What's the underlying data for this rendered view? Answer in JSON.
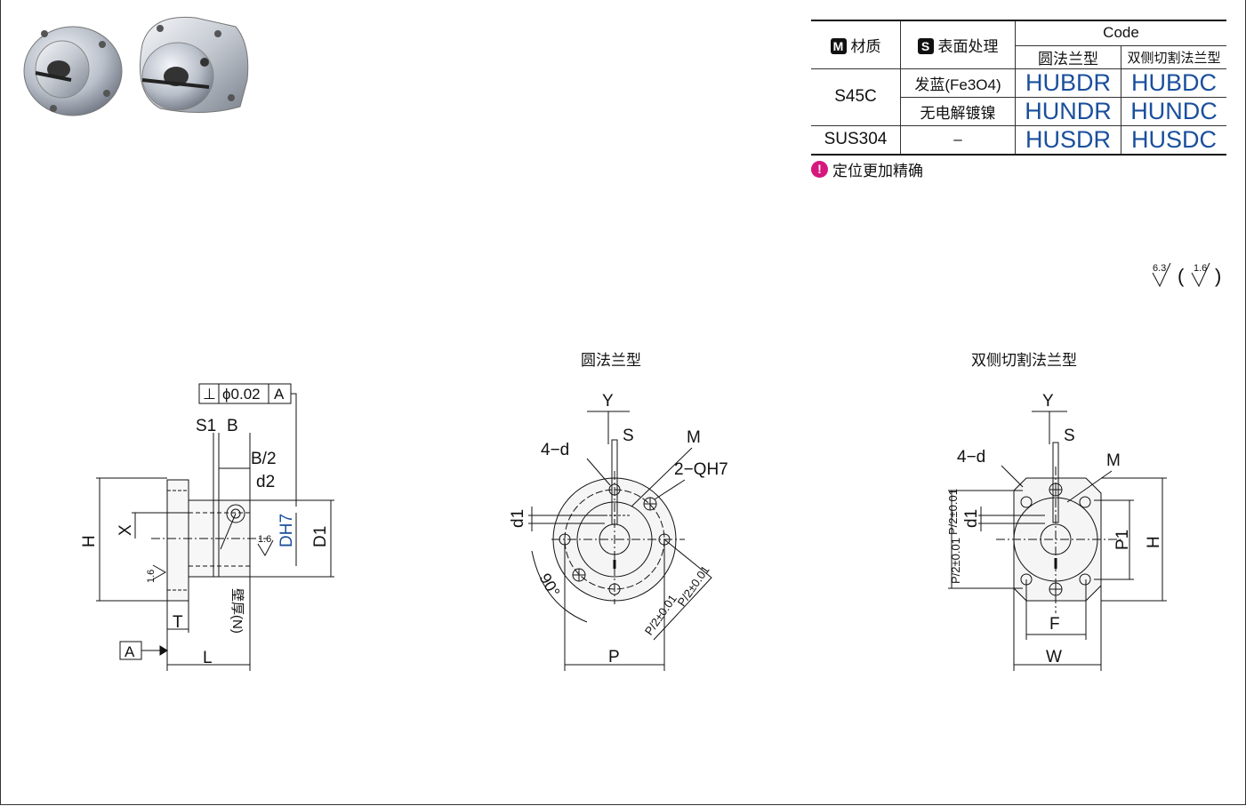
{
  "table": {
    "header_material": "材质",
    "header_material_icon": "M",
    "header_surface": "表面处理",
    "header_surface_icon": "S",
    "header_code": "Code",
    "col_round": "圆法兰型",
    "col_cut": "双侧切割法兰型",
    "rows": [
      {
        "material": "S45C",
        "surface": "发蓝(Fe3O4)",
        "code_round": "HUBDR",
        "code_cut": "HUBDC"
      },
      {
        "material": "",
        "surface": "无电解镀镍",
        "code_round": "HUNDR",
        "code_cut": "HUNDC"
      },
      {
        "material": "SUS304",
        "surface": "–",
        "code_round": "HUSDR",
        "code_cut": "HUSDC"
      }
    ]
  },
  "note": {
    "icon": "!",
    "text": "定位更加精确"
  },
  "roughness": {
    "general": "6.3",
    "fine": "1.6"
  },
  "views": {
    "round_title": "圆法兰型",
    "cut_title": "双侧切割法兰型"
  },
  "side_labels": {
    "tolerance_sym": "⊥",
    "tolerance_val": "ϕ0.02",
    "datum": "A",
    "s1": "S1",
    "b": "B",
    "b2": "B/2",
    "d2": "d2",
    "x": "X",
    "h": "H",
    "dh7": "DH7",
    "d1": "D1",
    "t": "T",
    "l": "L",
    "wall": "壁厚(N)",
    "rough": "1.6"
  },
  "round_labels": {
    "y": "Y",
    "s": "S",
    "m": "M",
    "holes": "4−d",
    "q": "2−QH7",
    "d1": "d1",
    "angle": "90°",
    "p": "P",
    "p2a": "P/2±0.01",
    "p2b": "P/2±0.01"
  },
  "cut_labels": {
    "y": "Y",
    "s": "S",
    "m": "M",
    "holes": "4−d",
    "d1": "d1",
    "p2a": "P/2±0.01",
    "p2b": "P/2±0.01",
    "p1": "P1",
    "h": "H",
    "f": "F",
    "w": "W"
  }
}
